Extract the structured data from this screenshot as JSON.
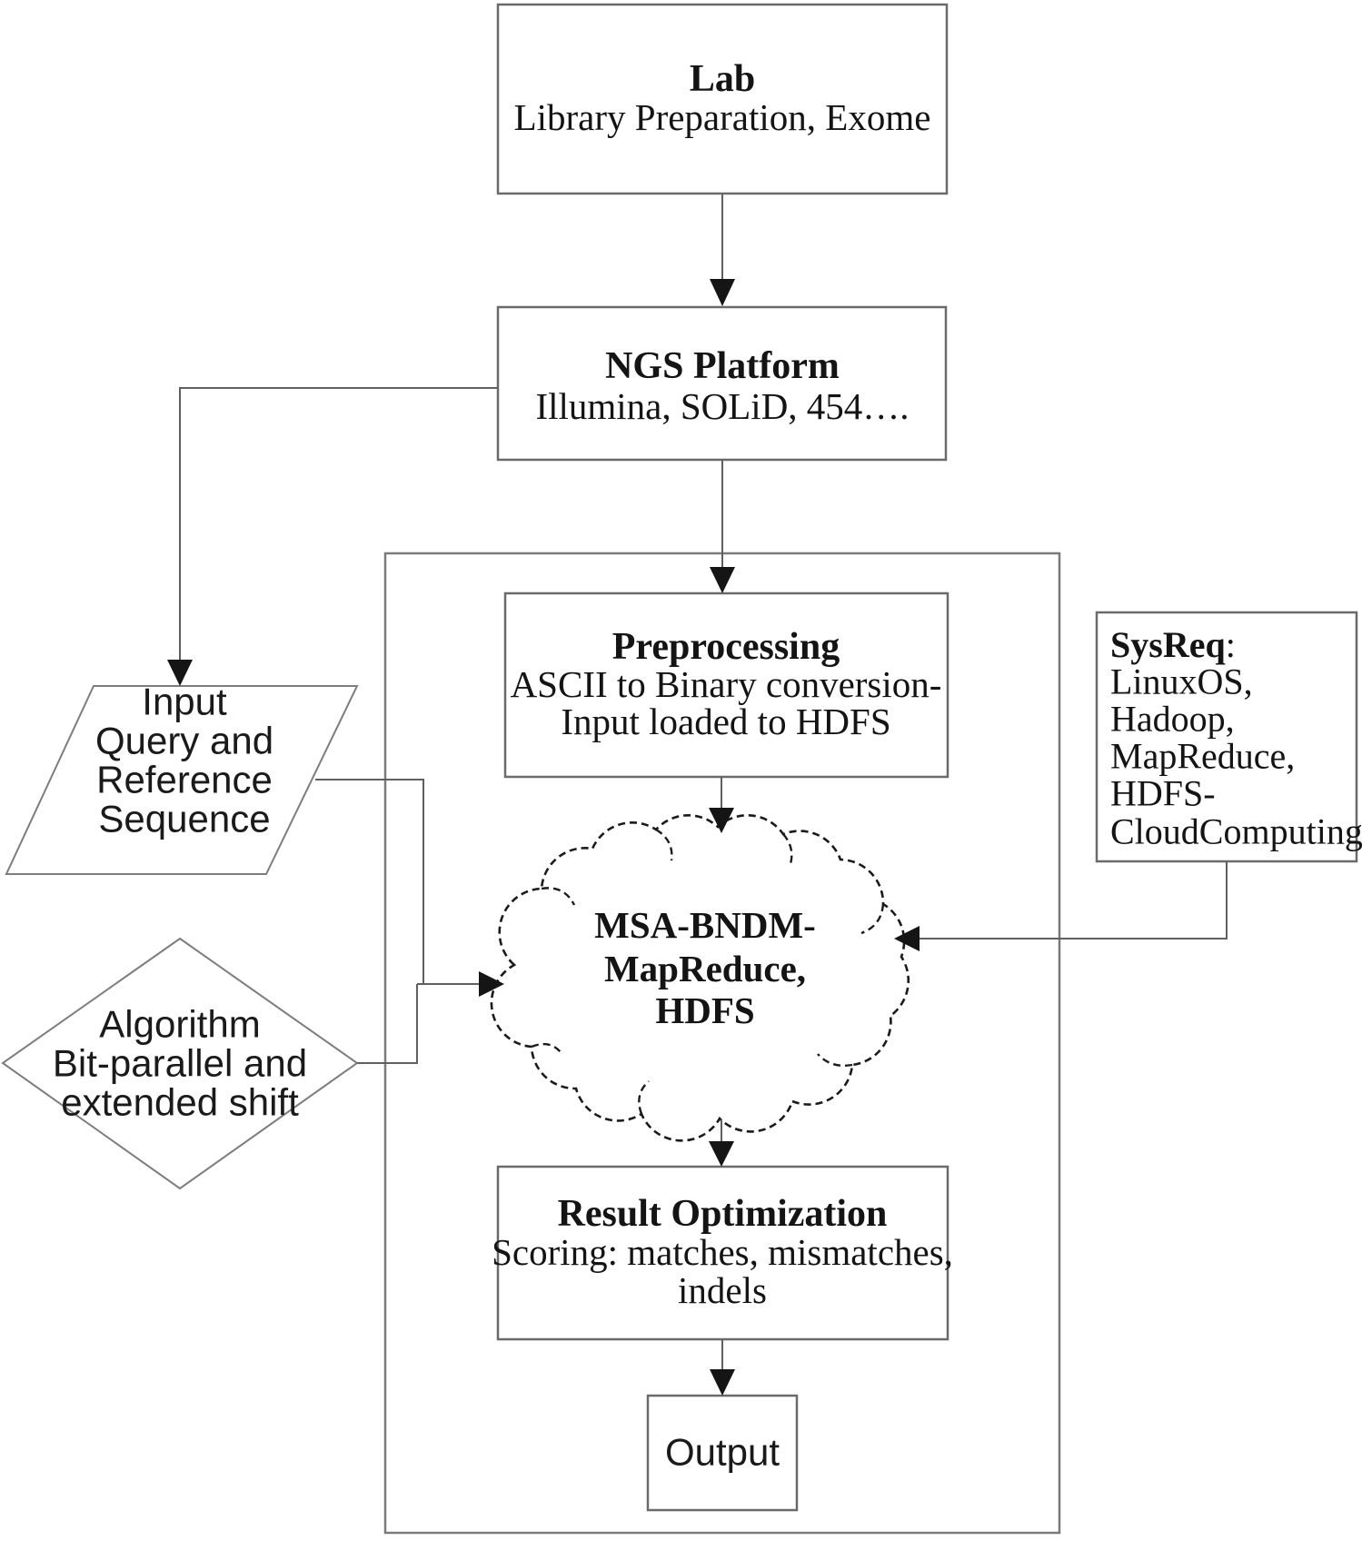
{
  "figure": {
    "background": "#ffffff",
    "colors": {
      "box_border": "#6a6a6a",
      "container_border": "#7a7a7a",
      "connector": "#606060",
      "arrowhead": "#151515",
      "cloud_stroke": "#1b1b1b",
      "text": "#141414"
    },
    "nodes": {
      "lab": {
        "title": "Lab",
        "subtitle": "Library Preparation, Exome"
      },
      "ngs_platform": {
        "title": "NGS Platform",
        "subtitle": "Illumina, SOLiD, 454…."
      },
      "preprocessing": {
        "title": "Preprocessing",
        "line1": "ASCII to Binary conversion-",
        "line2": "Input loaded to HDFS"
      },
      "sysreq": {
        "title": "SysReq",
        "colon": ":",
        "lines": [
          "LinuxOS,",
          "Hadoop,",
          "MapReduce,",
          "HDFS-",
          "CloudComputing"
        ]
      },
      "cloud": {
        "lines": [
          "MSA-BNDM-",
          "MapReduce,",
          "HDFS"
        ]
      },
      "input_sequence": {
        "lines": [
          "Input",
          "Query and",
          "Reference",
          "Sequence"
        ]
      },
      "algorithm": {
        "lines": [
          "Algorithm",
          "Bit-parallel and",
          "extended shift"
        ]
      },
      "result_optimization": {
        "title": "Result Optimization",
        "line1": "Scoring: matches, mismatches,",
        "line2": "indels"
      },
      "output": {
        "label": "Output"
      }
    }
  }
}
